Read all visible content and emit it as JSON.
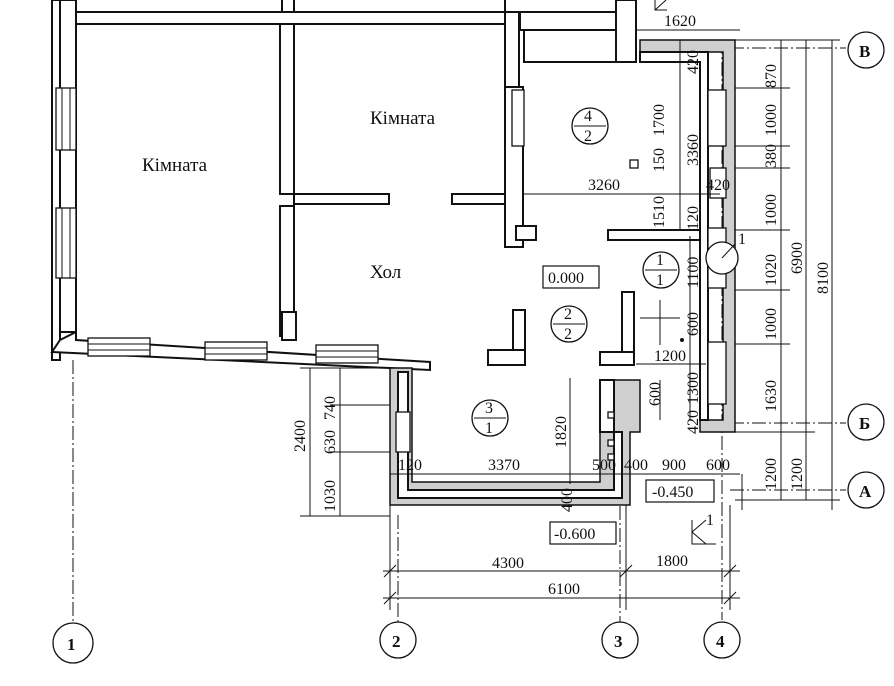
{
  "rooms": {
    "room_1": "Кімната",
    "room_2": "Кімната",
    "hall": "Хол"
  },
  "room_marks": [
    {
      "num": "4",
      "den": "2"
    },
    {
      "num": "1",
      "den": "1"
    },
    {
      "num": "2",
      "den": "2"
    },
    {
      "num": "3",
      "den": "1"
    }
  ],
  "levels": {
    "floor": "0.000",
    "porch": "-0.450",
    "ground": "-0.600"
  },
  "axes": {
    "a1": "1",
    "a2": "2",
    "a3": "3",
    "a4": "4",
    "aA": "А",
    "aB": "Б",
    "aV": "В"
  },
  "section_marks": {
    "top": "1",
    "bottom": "1",
    "detail": "1"
  },
  "dimensions": {
    "top_1620": "1620",
    "v_420_top": "420",
    "v_1700": "1700",
    "v_3360": "3360",
    "v_150": "150",
    "v_1510": "1510",
    "h_3260": "3260",
    "h_420": "420",
    "v_120": "120",
    "v_1100": "1100",
    "v_600": "600",
    "h_1200": "1200",
    "v_1300": "1300",
    "v_420_low": "420",
    "v_600_b": "600",
    "v_1820": "1820",
    "v_400": "400",
    "b_120": "120",
    "b_3370": "3370",
    "b_500": "500",
    "b_400": "400",
    "b_900": "900",
    "b_600": "600",
    "l_2400": "2400",
    "l_740": "740",
    "l_630": "630",
    "l_1030": "1030",
    "h_4300": "4300",
    "h_1800": "1800",
    "h_6100": "6100",
    "r_870": "870",
    "r_1000a": "1000",
    "r_380": "380",
    "r_1000b": "1000",
    "r_1020": "1020",
    "r_1000c": "1000",
    "r_1630": "1630",
    "r_1200a": "1200",
    "r_6900": "6900",
    "r_8100": "8100",
    "r_1200b": "1200"
  }
}
